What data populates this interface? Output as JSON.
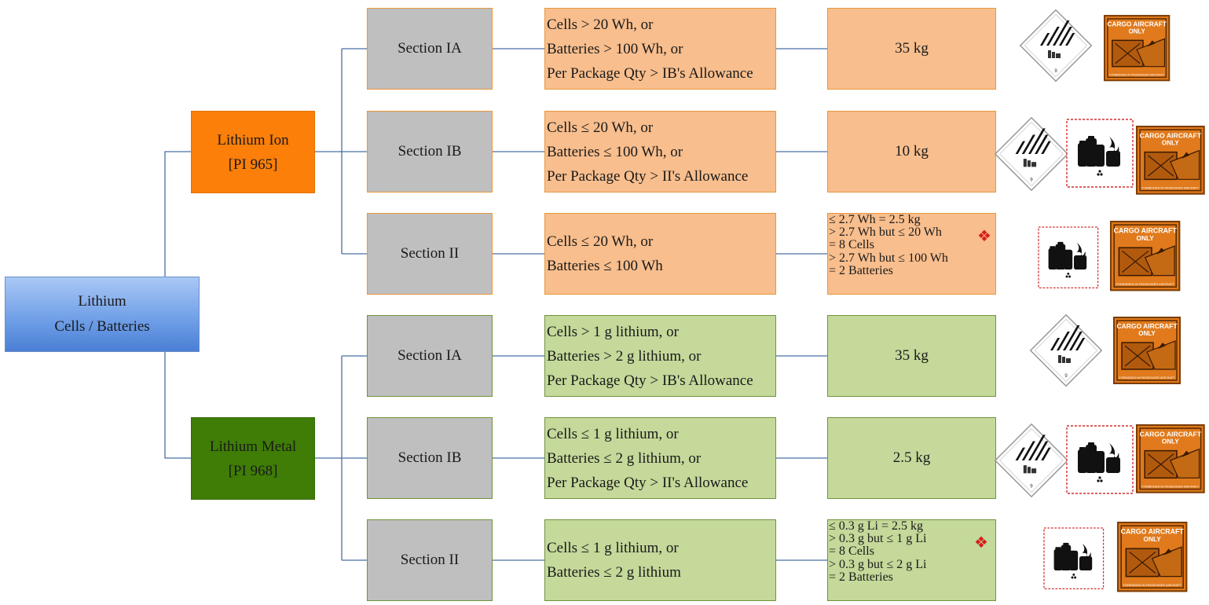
{
  "root": {
    "line1": "Lithium",
    "line2": "Cells / Batteries"
  },
  "ion": {
    "name": "Lithium Ion",
    "pi": "[PI 965]",
    "sections": [
      {
        "label": "Section IA",
        "criteria": [
          "Cells > 20 Wh, or",
          "Batteries > 100 Wh, or",
          "Per Package Qty > IB's Allowance"
        ],
        "limit": "35 kg",
        "labels": [
          "class9-hazard-label",
          "cargo-aircraft-only-label"
        ]
      },
      {
        "label": "Section IB",
        "criteria": [
          "Cells ≤ 20 Wh, or",
          "Batteries ≤ 100 Wh, or",
          "Per Package Qty > II's Allowance"
        ],
        "limit": "10 kg",
        "labels": [
          "class9-hazard-label",
          "lithium-battery-handling-label",
          "cargo-aircraft-only-label"
        ]
      },
      {
        "label": "Section II",
        "criteria": [
          "Cells ≤ 20 Wh, or",
          "Batteries ≤ 100 Wh"
        ],
        "limit_lines": [
          "≤ 2.7 Wh = 2.5 kg",
          "> 2.7 Wh but ≤ 20 Wh",
          "= 8 Cells",
          "> 2.7 Wh but ≤ 100 Wh",
          "= 2 Batteries"
        ],
        "mark": "❖",
        "labels": [
          "lithium-battery-handling-label",
          "cargo-aircraft-only-label"
        ]
      }
    ]
  },
  "metal": {
    "name": "Lithium Metal",
    "pi": "[PI 968]",
    "sections": [
      {
        "label": "Section IA",
        "criteria": [
          "Cells > 1 g lithium, or",
          "Batteries > 2 g lithium, or",
          "Per Package Qty > IB's Allowance"
        ],
        "limit": "35 kg",
        "labels": [
          "class9-hazard-label",
          "cargo-aircraft-only-label"
        ]
      },
      {
        "label": "Section IB",
        "criteria": [
          "Cells ≤ 1 g lithium, or",
          "Batteries ≤ 2 g lithium, or",
          "Per Package Qty > II's Allowance"
        ],
        "limit": "2.5 kg",
        "labels": [
          "class9-hazard-label",
          "lithium-battery-handling-label",
          "cargo-aircraft-only-label"
        ]
      },
      {
        "label": "Section II",
        "criteria": [
          "Cells ≤ 1 g lithium, or",
          "Batteries ≤ 2 g lithium"
        ],
        "limit_lines": [
          "≤ 0.3 g Li = 2.5 kg",
          "> 0.3 g but ≤ 1 g Li",
          "= 8 Cells",
          "> 0.3 g but ≤ 2 g Li",
          "= 2 Batteries"
        ],
        "mark": "❖",
        "labels": [
          "lithium-battery-handling-label",
          "cargo-aircraft-only-label"
        ]
      }
    ]
  },
  "cargo_label": {
    "line1": "CARGO AIRCRAFT",
    "line2": "ONLY",
    "footer": "FORBIDDEN IN PASSENGER AIRCRAFT"
  },
  "hazard_class": "9",
  "colors": {
    "ion": "#fb7f09",
    "metal": "#3f7d06",
    "ion_fill": "#f8be8d",
    "metal_fill": "#c4d99a",
    "section_fill": "#bfbfbf",
    "root": "#6d9de6",
    "connector": "#4a6fa5",
    "mark": "#d8201c"
  }
}
